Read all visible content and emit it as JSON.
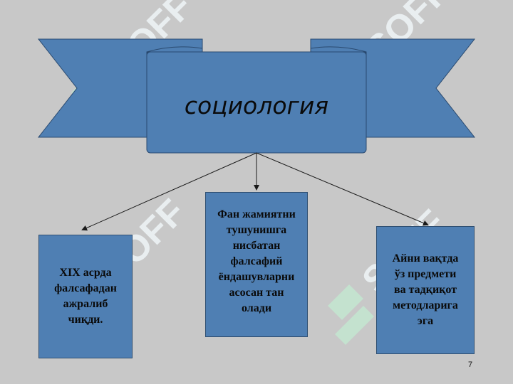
{
  "title": "социология",
  "boxes": {
    "left": "XIX асрда\nфалсафадан\nажралиб\nчиқди.",
    "center": "Фан жамиятни\nтушунишга\nнисбатан\nфалсафий\nёндашувларни\nасосан тан\nолади",
    "right": "Айни вақтда\nўз предмети\nва тадқиқот\nметодларига\nэга"
  },
  "watermark_text": "SOFF",
  "page_number": "7",
  "colors": {
    "background": "#c8c8c8",
    "banner_fill": "#4f7fb3",
    "banner_dark": "#1e3c64",
    "box_fill": "#4f7fb3",
    "watermark": "#e9eef0",
    "watermark_icon": "#c3e6d0"
  }
}
